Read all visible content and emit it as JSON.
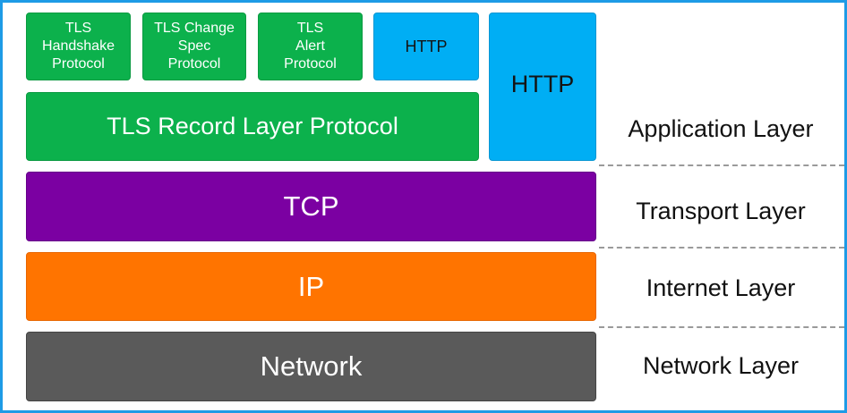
{
  "diagram": {
    "tls_handshake": "TLS\nHandshake\nProtocol",
    "tls_change_spec": "TLS Change\nSpec\nProtocol",
    "tls_alert": "TLS\nAlert\nProtocol",
    "http_small": "HTTP",
    "http_tall": "HTTP",
    "tls_record": "TLS Record Layer Protocol",
    "tcp": "TCP",
    "ip": "IP",
    "network": "Network"
  },
  "layers": {
    "application": "Application Layer",
    "transport": "Transport Layer",
    "internet": "Internet Layer",
    "network": "Network Layer"
  },
  "colors": {
    "frame": "#1e9be6",
    "tls": "#0cb14c",
    "http": "#00aef4",
    "tcp": "#7b00a2",
    "ip": "#ff7400",
    "network": "#5a5a5a"
  }
}
